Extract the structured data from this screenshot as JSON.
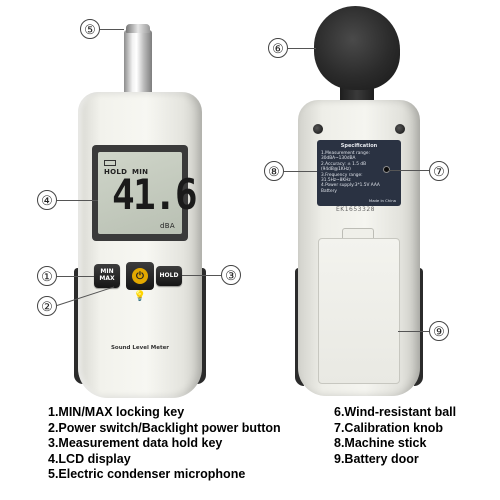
{
  "callouts": {
    "n1": "①",
    "n2": "②",
    "n3": "③",
    "n4": "④",
    "n5": "⑤",
    "n6": "⑥",
    "n7": "⑦",
    "n8": "⑧",
    "n9": "⑨"
  },
  "front": {
    "lcd": {
      "hold": "HOLD",
      "min": "MIN",
      "reading": "41.6",
      "unit": "dBA"
    },
    "buttons": {
      "minmax_line1": "MIN",
      "minmax_line2": "MAX",
      "hold": "HOLD"
    },
    "model_label": "Sound Level Meter"
  },
  "back": {
    "spec_title": "Specification",
    "spec_lines": [
      "1.Measurement range:",
      "30dBA~130dBA",
      "2.Accuracy: ± 1.5 dB",
      "(94dB@1KHz)",
      "3.Frequency range:",
      "31.5Hz~8KHz",
      "4.Power supply:3*1.5V AAA",
      "Battery"
    ],
    "made_in": "Made in China",
    "serial": "EK1653328"
  },
  "legend": {
    "left": [
      "1.MIN/MAX locking key",
      "2.Power switch/Backlight power button",
      "3.Measurement data hold key",
      "4.LCD display",
      "5.Electric condenser microphone"
    ],
    "right": [
      "6.Wind-resistant ball",
      "7.Calibration knob",
      "8.Machine stick",
      "9.Battery door"
    ]
  },
  "colors": {
    "body": "#f2f2ec",
    "grip": "#2b2b2b",
    "lcd": "#c3c9bd",
    "power_button": "#e2a800",
    "spec_plate": "#2a3242"
  }
}
